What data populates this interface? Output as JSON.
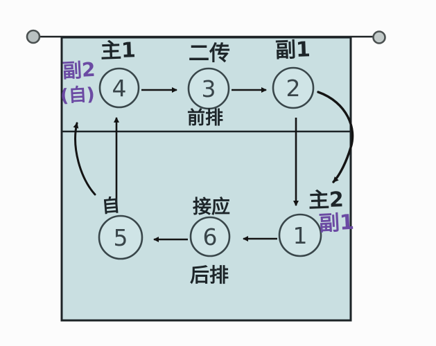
{
  "diagram_title": "volleyball-rotation-court-diagram",
  "court": {
    "front_row_label": "前排",
    "back_row_label": "后排",
    "fill_color": "#c9dfe1",
    "line_color": "#1c2326"
  },
  "positions": {
    "pos4": {
      "number": "4",
      "role": "主1"
    },
    "pos3": {
      "number": "3",
      "role": "二传"
    },
    "pos2": {
      "number": "2",
      "role": "副1"
    },
    "pos5": {
      "number": "5",
      "role": "自"
    },
    "pos6": {
      "number": "6",
      "role": "接应"
    },
    "pos1": {
      "number": "1",
      "role": "主2"
    }
  },
  "annotations": {
    "left_note_line1": "副2",
    "left_note_line2": "(自)",
    "right_note": "副1",
    "annotation_color": "#6b4aa3"
  },
  "rotation_arrows": [
    "4→3",
    "3→2",
    "2→1",
    "1→6",
    "6→5",
    "5→4",
    "curve: 5 → 副2(自) area",
    "curve: 2 → 主2/副1 area"
  ]
}
